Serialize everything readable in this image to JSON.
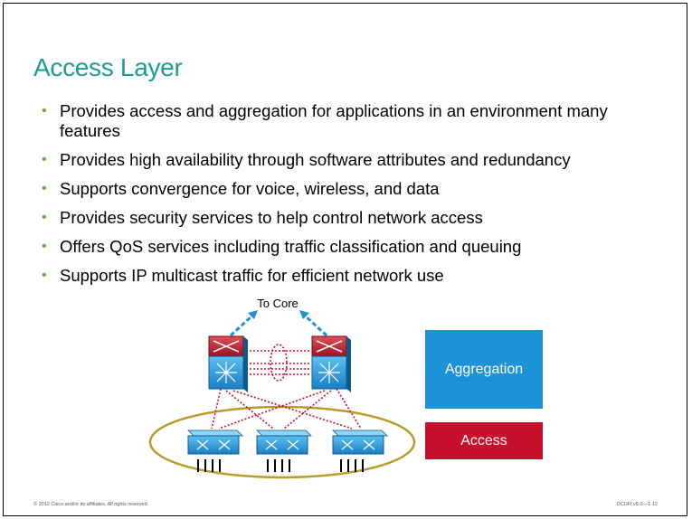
{
  "slide": {
    "title": "Access Layer",
    "bullets": [
      "Provides access and aggregation for applications in an environment many features",
      "Provides high availability through software attributes and redundancy",
      "Supports convergence for voice, wireless, and data",
      "Provides security services to help control network access",
      "Offers QoS services including traffic classification and queuing",
      "Supports IP multicast traffic for efficient network use"
    ],
    "diagram": {
      "to_core_label": "To Core",
      "legend": {
        "aggregation": "Aggregation",
        "access": "Access"
      }
    },
    "footer": {
      "copyright": "© 2012 Cisco and/or its affiliates. All rights reserved.",
      "course_code": "DCUFI v5.0—1-12"
    }
  },
  "colors": {
    "title": "#1a9e94",
    "bullet": "#5fb233",
    "aggregation": "#1e92d8",
    "access": "#c8102e",
    "link": "#c8102e",
    "access_ellipse": "#b89c2a"
  }
}
